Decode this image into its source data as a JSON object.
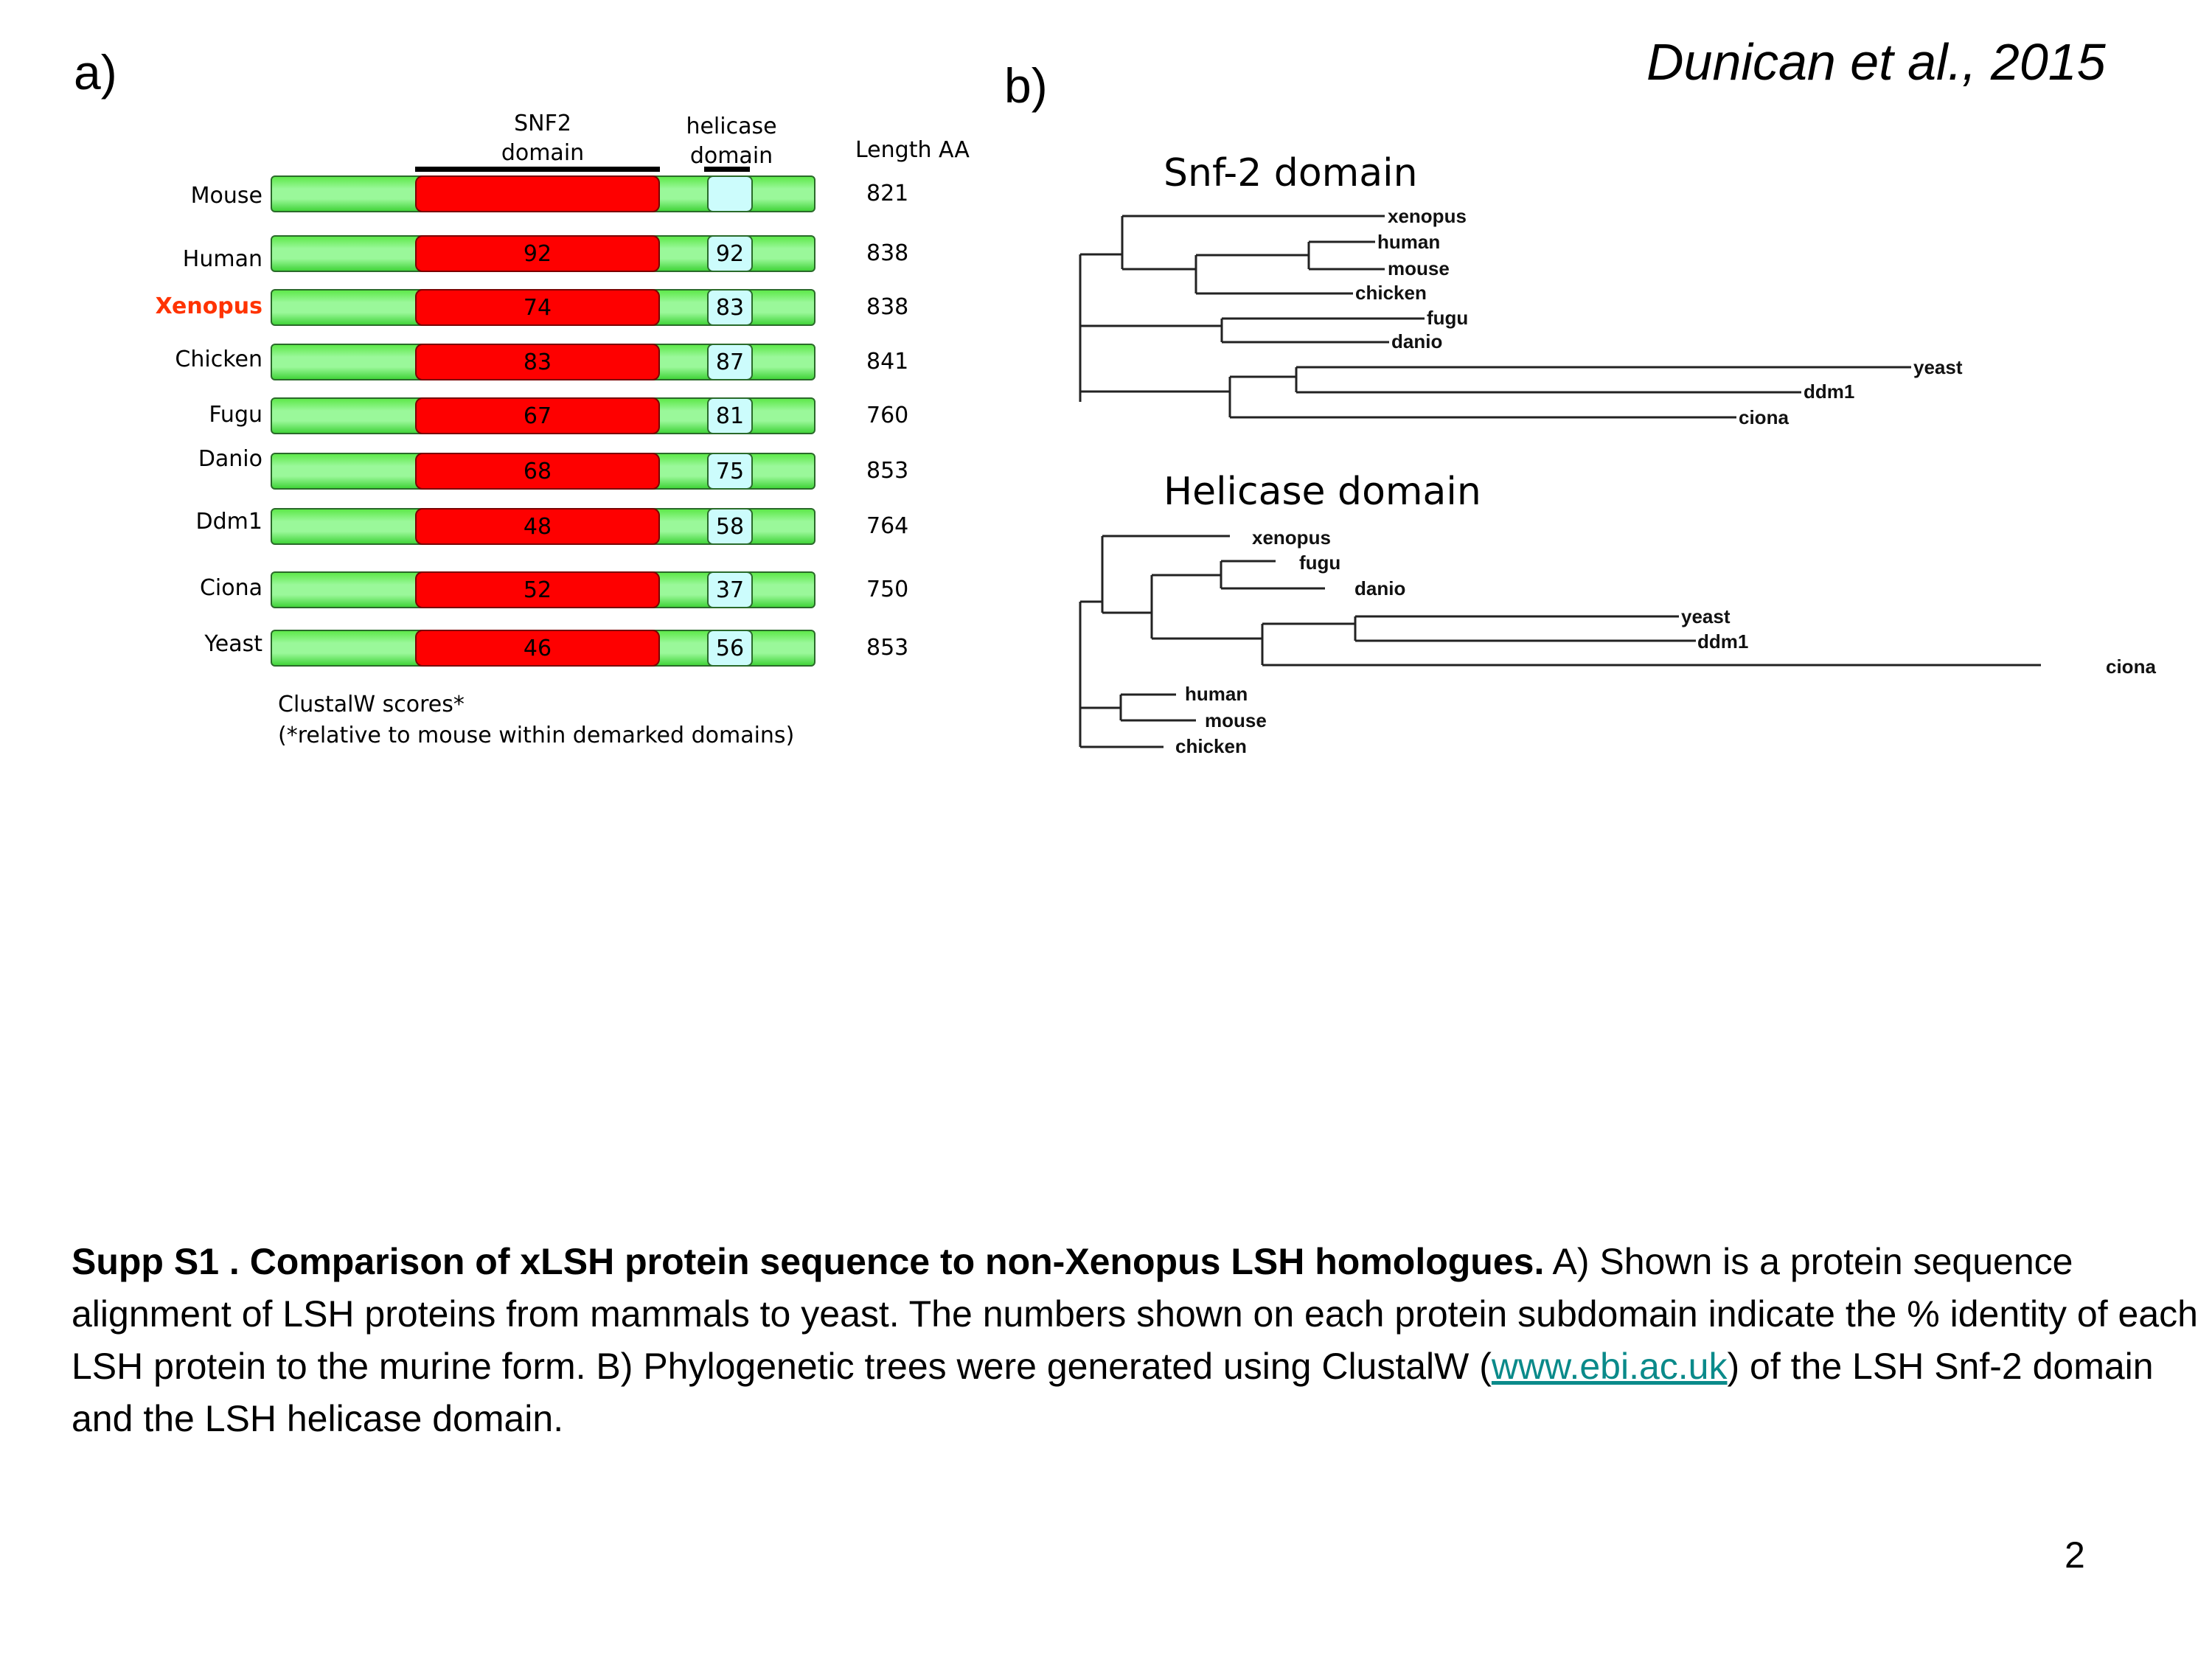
{
  "header": {
    "panel_a": "a)",
    "panel_b": "b)",
    "citation": "Dunican et al., 2015"
  },
  "panel_a": {
    "col_snf2": [
      "SNF2",
      "domain"
    ],
    "col_helicase": [
      "helicase",
      "domain"
    ],
    "col_length": "Length AA",
    "colors": {
      "body": "#8ef88a",
      "snf2": "#fe0000",
      "helicase": "#ccfcfc",
      "highlight": "#ff3300"
    },
    "rows": [
      {
        "species": "Mouse",
        "snf2": "",
        "helicase": "",
        "length": "821",
        "highlight": false
      },
      {
        "species": "Human",
        "snf2": "92",
        "helicase": "92",
        "length": "838",
        "highlight": false
      },
      {
        "species": "Xenopus",
        "snf2": "74",
        "helicase": "83",
        "length": "838",
        "highlight": true
      },
      {
        "species": "Chicken",
        "snf2": "83",
        "helicase": "87",
        "length": "841",
        "highlight": false
      },
      {
        "species": "Fugu",
        "snf2": "67",
        "helicase": "81",
        "length": "760",
        "highlight": false
      },
      {
        "species": "Danio",
        "snf2": "68",
        "helicase": "75",
        "length": "853",
        "highlight": false
      },
      {
        "species": "Ddm1",
        "snf2": "48",
        "helicase": "58",
        "length": "764",
        "highlight": false
      },
      {
        "species": "Ciona",
        "snf2": "52",
        "helicase": "37",
        "length": "750",
        "highlight": false
      },
      {
        "species": "Yeast",
        "snf2": "46",
        "helicase": "56",
        "length": "853",
        "highlight": false
      }
    ],
    "footnote_1": "ClustalW scores*",
    "footnote_2": "(*relative to mouse within demarked domains)"
  },
  "panel_b": {
    "snf2_title": "Snf-2 domain",
    "snf2_leaves": [
      "xenopus",
      "human",
      "mouse",
      "chicken",
      "fugu",
      "danio",
      "yeast",
      "ddm1",
      "ciona"
    ],
    "helicase_title": "Helicase domain",
    "helicase_leaves": [
      "xenopus",
      "fugu",
      "danio",
      "yeast",
      "ddm1",
      "ciona",
      "human",
      "mouse",
      "chicken"
    ]
  },
  "caption": {
    "bold": "Supp S1 .  Comparison of xLSH protein sequence  to non-Xenopus LSH homologues.",
    "part1": " A) Shown is a protein sequence alignment of LSH proteins from mammals to yeast.  The numbers shown on each protein subdomain indicate the % identity of each LSH protein to the murine form. B) Phylogenetic trees were generated using ClustalW (",
    "link": "www.ebi.ac.uk",
    "part2": ") of the LSH Snf-2 domain and the LSH helicase domain."
  },
  "page_number": "2"
}
